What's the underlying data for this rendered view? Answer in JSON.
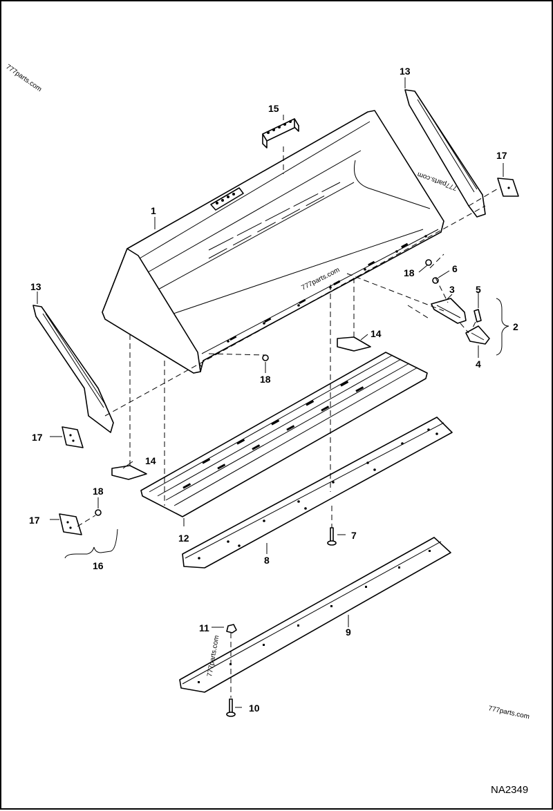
{
  "diagram": {
    "callouts": [
      {
        "id": "c1",
        "text": "1"
      },
      {
        "id": "c2",
        "text": "2"
      },
      {
        "id": "c3",
        "text": "3"
      },
      {
        "id": "c4",
        "text": "4"
      },
      {
        "id": "c5",
        "text": "5"
      },
      {
        "id": "c6",
        "text": "6"
      },
      {
        "id": "c7",
        "text": "7"
      },
      {
        "id": "c8",
        "text": "8"
      },
      {
        "id": "c9",
        "text": "9"
      },
      {
        "id": "c10",
        "text": "10"
      },
      {
        "id": "c11",
        "text": "11"
      },
      {
        "id": "c12",
        "text": "12"
      },
      {
        "id": "c13a",
        "text": "13"
      },
      {
        "id": "c13b",
        "text": "13"
      },
      {
        "id": "c14a",
        "text": "14"
      },
      {
        "id": "c14b",
        "text": "14"
      },
      {
        "id": "c15",
        "text": "15"
      },
      {
        "id": "c16",
        "text": "16"
      },
      {
        "id": "c17a",
        "text": "17"
      },
      {
        "id": "c17b",
        "text": "17"
      },
      {
        "id": "c17c",
        "text": "17"
      },
      {
        "id": "c18a",
        "text": "18"
      },
      {
        "id": "c18b",
        "text": "18"
      },
      {
        "id": "c18c",
        "text": "18"
      }
    ],
    "watermarks": [
      "777parts.com",
      "777parts.com",
      "777parts.com",
      "777parts.com",
      "777parts.com"
    ],
    "drawing_code": "NA2349"
  }
}
